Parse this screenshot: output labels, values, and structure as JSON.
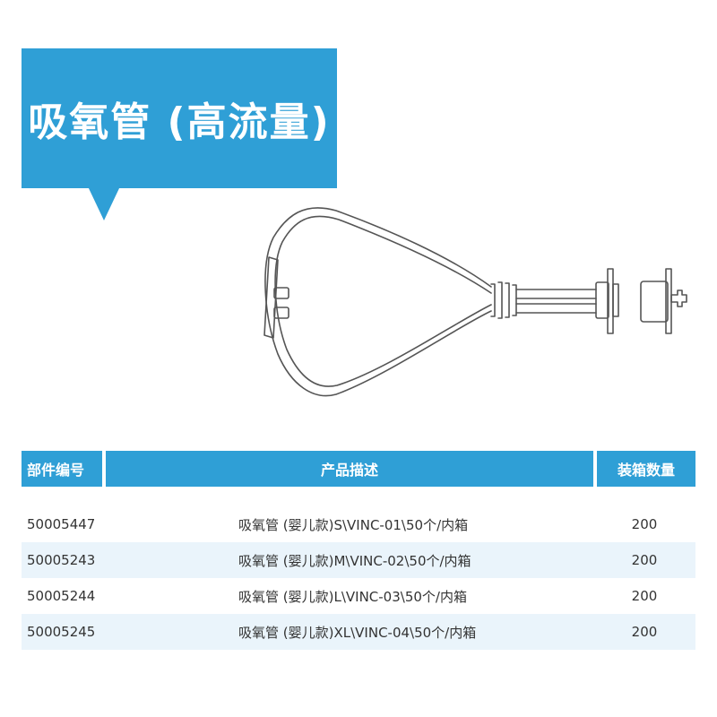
{
  "title": "吸氧管 (高流量)",
  "colors": {
    "accent": "#2f9fd6",
    "row_alt": "#eaf4fb",
    "line": "#555555"
  },
  "table": {
    "headers": {
      "code": "部件编号",
      "description": "产品描述",
      "quantity": "装箱数量"
    },
    "rows": [
      {
        "code": "50005447",
        "description": "吸氧管 (婴儿款)S\\VINC-01\\50个/内箱",
        "quantity": "200"
      },
      {
        "code": "50005243",
        "description": "吸氧管 (婴儿款)M\\VINC-02\\50个/内箱",
        "quantity": "200"
      },
      {
        "code": "50005244",
        "description": "吸氧管 (婴儿款)L\\VINC-03\\50个/内箱",
        "quantity": "200"
      },
      {
        "code": "50005245",
        "description": "吸氧管 (婴儿款)XL\\VINC-04\\50个/内箱",
        "quantity": "200"
      }
    ]
  }
}
